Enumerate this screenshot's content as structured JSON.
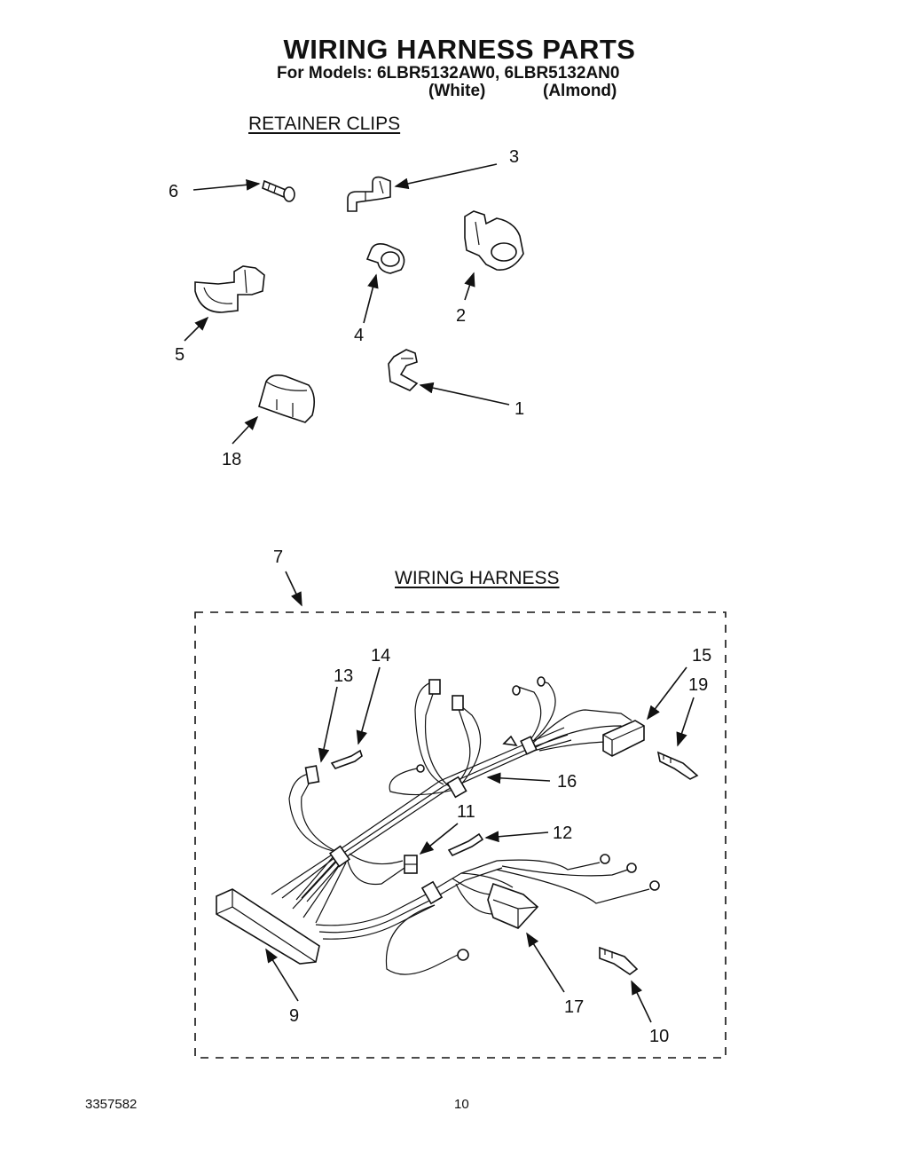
{
  "header": {
    "title": "WIRING HARNESS PARTS",
    "models_line": "For Models: 6LBR5132AW0, 6LBR5132AN0",
    "color_white": "(White)",
    "color_almond": "(Almond)"
  },
  "sections": {
    "retainer_clips": "RETAINER CLIPS",
    "wiring_harness": "WIRING HARNESS"
  },
  "callouts": {
    "c1": "1",
    "c2": "2",
    "c3": "3",
    "c4": "4",
    "c5": "5",
    "c6": "6",
    "c7": "7",
    "c9": "9",
    "c10": "10",
    "c11": "11",
    "c12": "12",
    "c13": "13",
    "c14": "14",
    "c15": "15",
    "c16": "16",
    "c17": "17",
    "c18": "18",
    "c19": "19"
  },
  "footer": {
    "doc_number": "3357582",
    "page_number": "10"
  }
}
